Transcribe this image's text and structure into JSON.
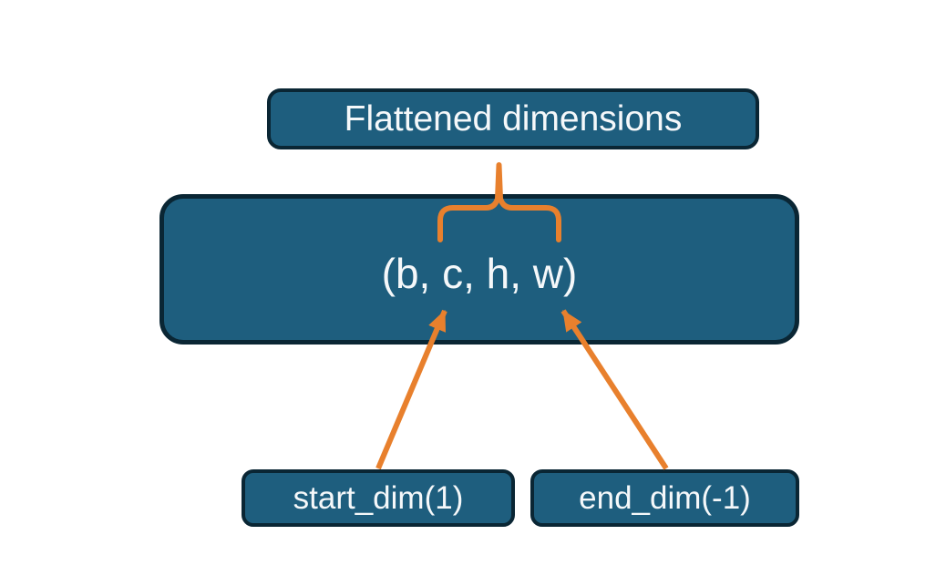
{
  "diagram": {
    "colors": {
      "background": "#ffffff",
      "node_fill": "#1e5e7e",
      "node_border": "#0a2634",
      "node_text": "#f5f8fa",
      "accent": "#e8802d"
    },
    "nodes": {
      "flattened_dimensions": {
        "label": "Flattened dimensions"
      },
      "tensor_shape": {
        "label": "(b, c, h, w)"
      },
      "start_dim": {
        "label": "start_dim(1)"
      },
      "end_dim": {
        "label": "end_dim(-1)"
      }
    },
    "connectors": [
      {
        "id": "brace",
        "type": "curly-brace",
        "from": "tensor_shape",
        "to": "flattened_dimensions",
        "spans": "c, h, w"
      },
      {
        "id": "start-arrow",
        "type": "arrow",
        "from": "start_dim",
        "to": "tensor_shape",
        "points_at": "c"
      },
      {
        "id": "end-arrow",
        "type": "arrow",
        "from": "end_dim",
        "to": "tensor_shape",
        "points_at": "w"
      }
    ]
  }
}
